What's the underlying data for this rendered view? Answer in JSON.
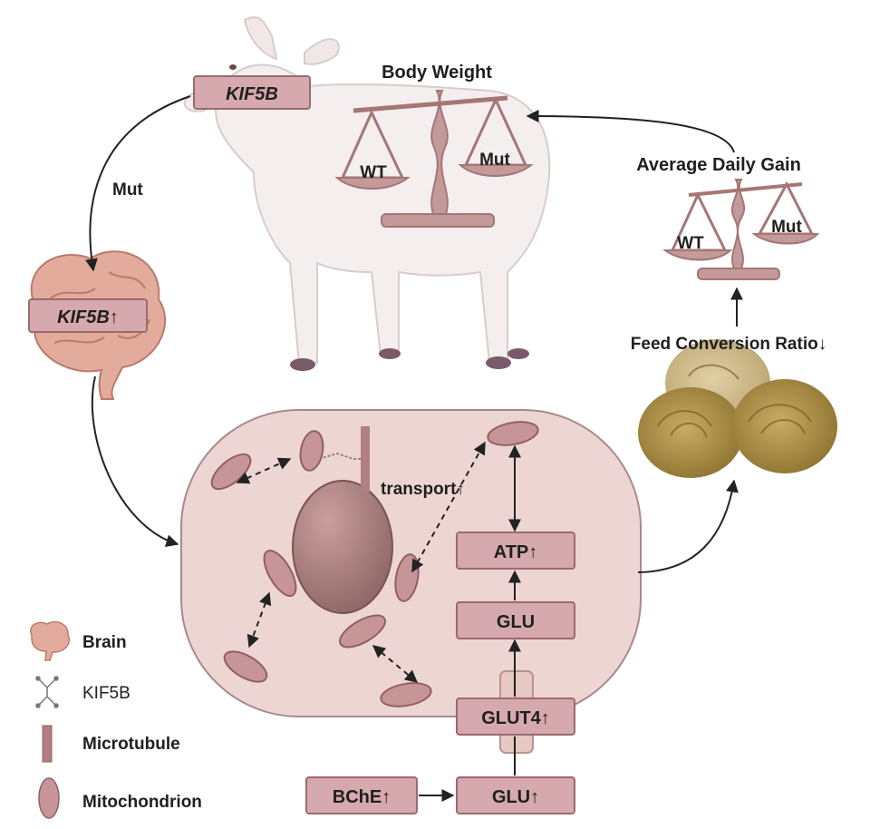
{
  "title_body_weight": "Body Weight",
  "title_adg": "Average Daily Gain",
  "fcr_label": "Feed Conversion Ratio↓",
  "kif5b_top": "KIF5B",
  "mut_arrow_label": "Mut",
  "kif5b_brain": "KIF5B↑",
  "scale_body": {
    "left": "WT",
    "right": "Mut"
  },
  "scale_adg": {
    "left": "WT",
    "right": "Mut"
  },
  "transport_label": "transport↑",
  "cell_boxes": {
    "atp": "ATP↑",
    "glu": "GLU",
    "glut4": "GLUT4↑",
    "glu_up": "GLU↑",
    "bche": "BChE↑"
  },
  "legend": {
    "brain": "Brain",
    "kif5b": "KIF5B",
    "microtubule": "Microtubule",
    "mitochondrion": "Mitochondrion"
  },
  "colors": {
    "box_fill": "#d5a9ad",
    "box_stroke": "#9b6a70",
    "cell_fill": "#ecd5d2",
    "mito": "#c79598",
    "nucleus": "#9f7474",
    "scale": "#c4999a",
    "brain": "#e3ab9b",
    "hay": "#b99a55"
  }
}
